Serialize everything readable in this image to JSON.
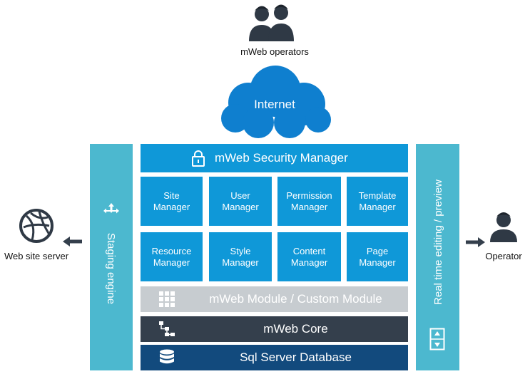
{
  "operators_label": "mWeb operators",
  "internet_label": "Internet",
  "security_manager": "mWeb Security Manager",
  "managers_row1": [
    {
      "line1": "Site",
      "line2": "Manager"
    },
    {
      "line1": "User",
      "line2": "Manager"
    },
    {
      "line1": "Permission",
      "line2": "Manager"
    },
    {
      "line1": "Template",
      "line2": "Manager"
    }
  ],
  "managers_row2": [
    {
      "line1": "Resource",
      "line2": "Manager"
    },
    {
      "line1": "Style",
      "line2": "Manager"
    },
    {
      "line1": "Content",
      "line2": "Manager"
    },
    {
      "line1": "Page",
      "line2": "Manager"
    }
  ],
  "module_bar": "mWeb Module / Custom Module",
  "core_bar": "mWeb Core",
  "database_bar": "Sql Server Database",
  "staging_label": "Staging engine",
  "realtime_label": "Real time editing / preview",
  "web_server_label": "Web site server",
  "operator_label": "Operator",
  "colors": {
    "accent_blue": "#0f98d8",
    "side_teal": "#4cb8cf",
    "module_gray": "#c7ccd0",
    "core_dark": "#343f4c",
    "db_navy": "#124a7d"
  },
  "icons": [
    "users-icon",
    "cloud-icon",
    "lock-icon",
    "grid-icon",
    "hierarchy-icon",
    "database-icon",
    "globe-icon",
    "user-icon",
    "scroll-icon",
    "sync-arrows-icon"
  ]
}
